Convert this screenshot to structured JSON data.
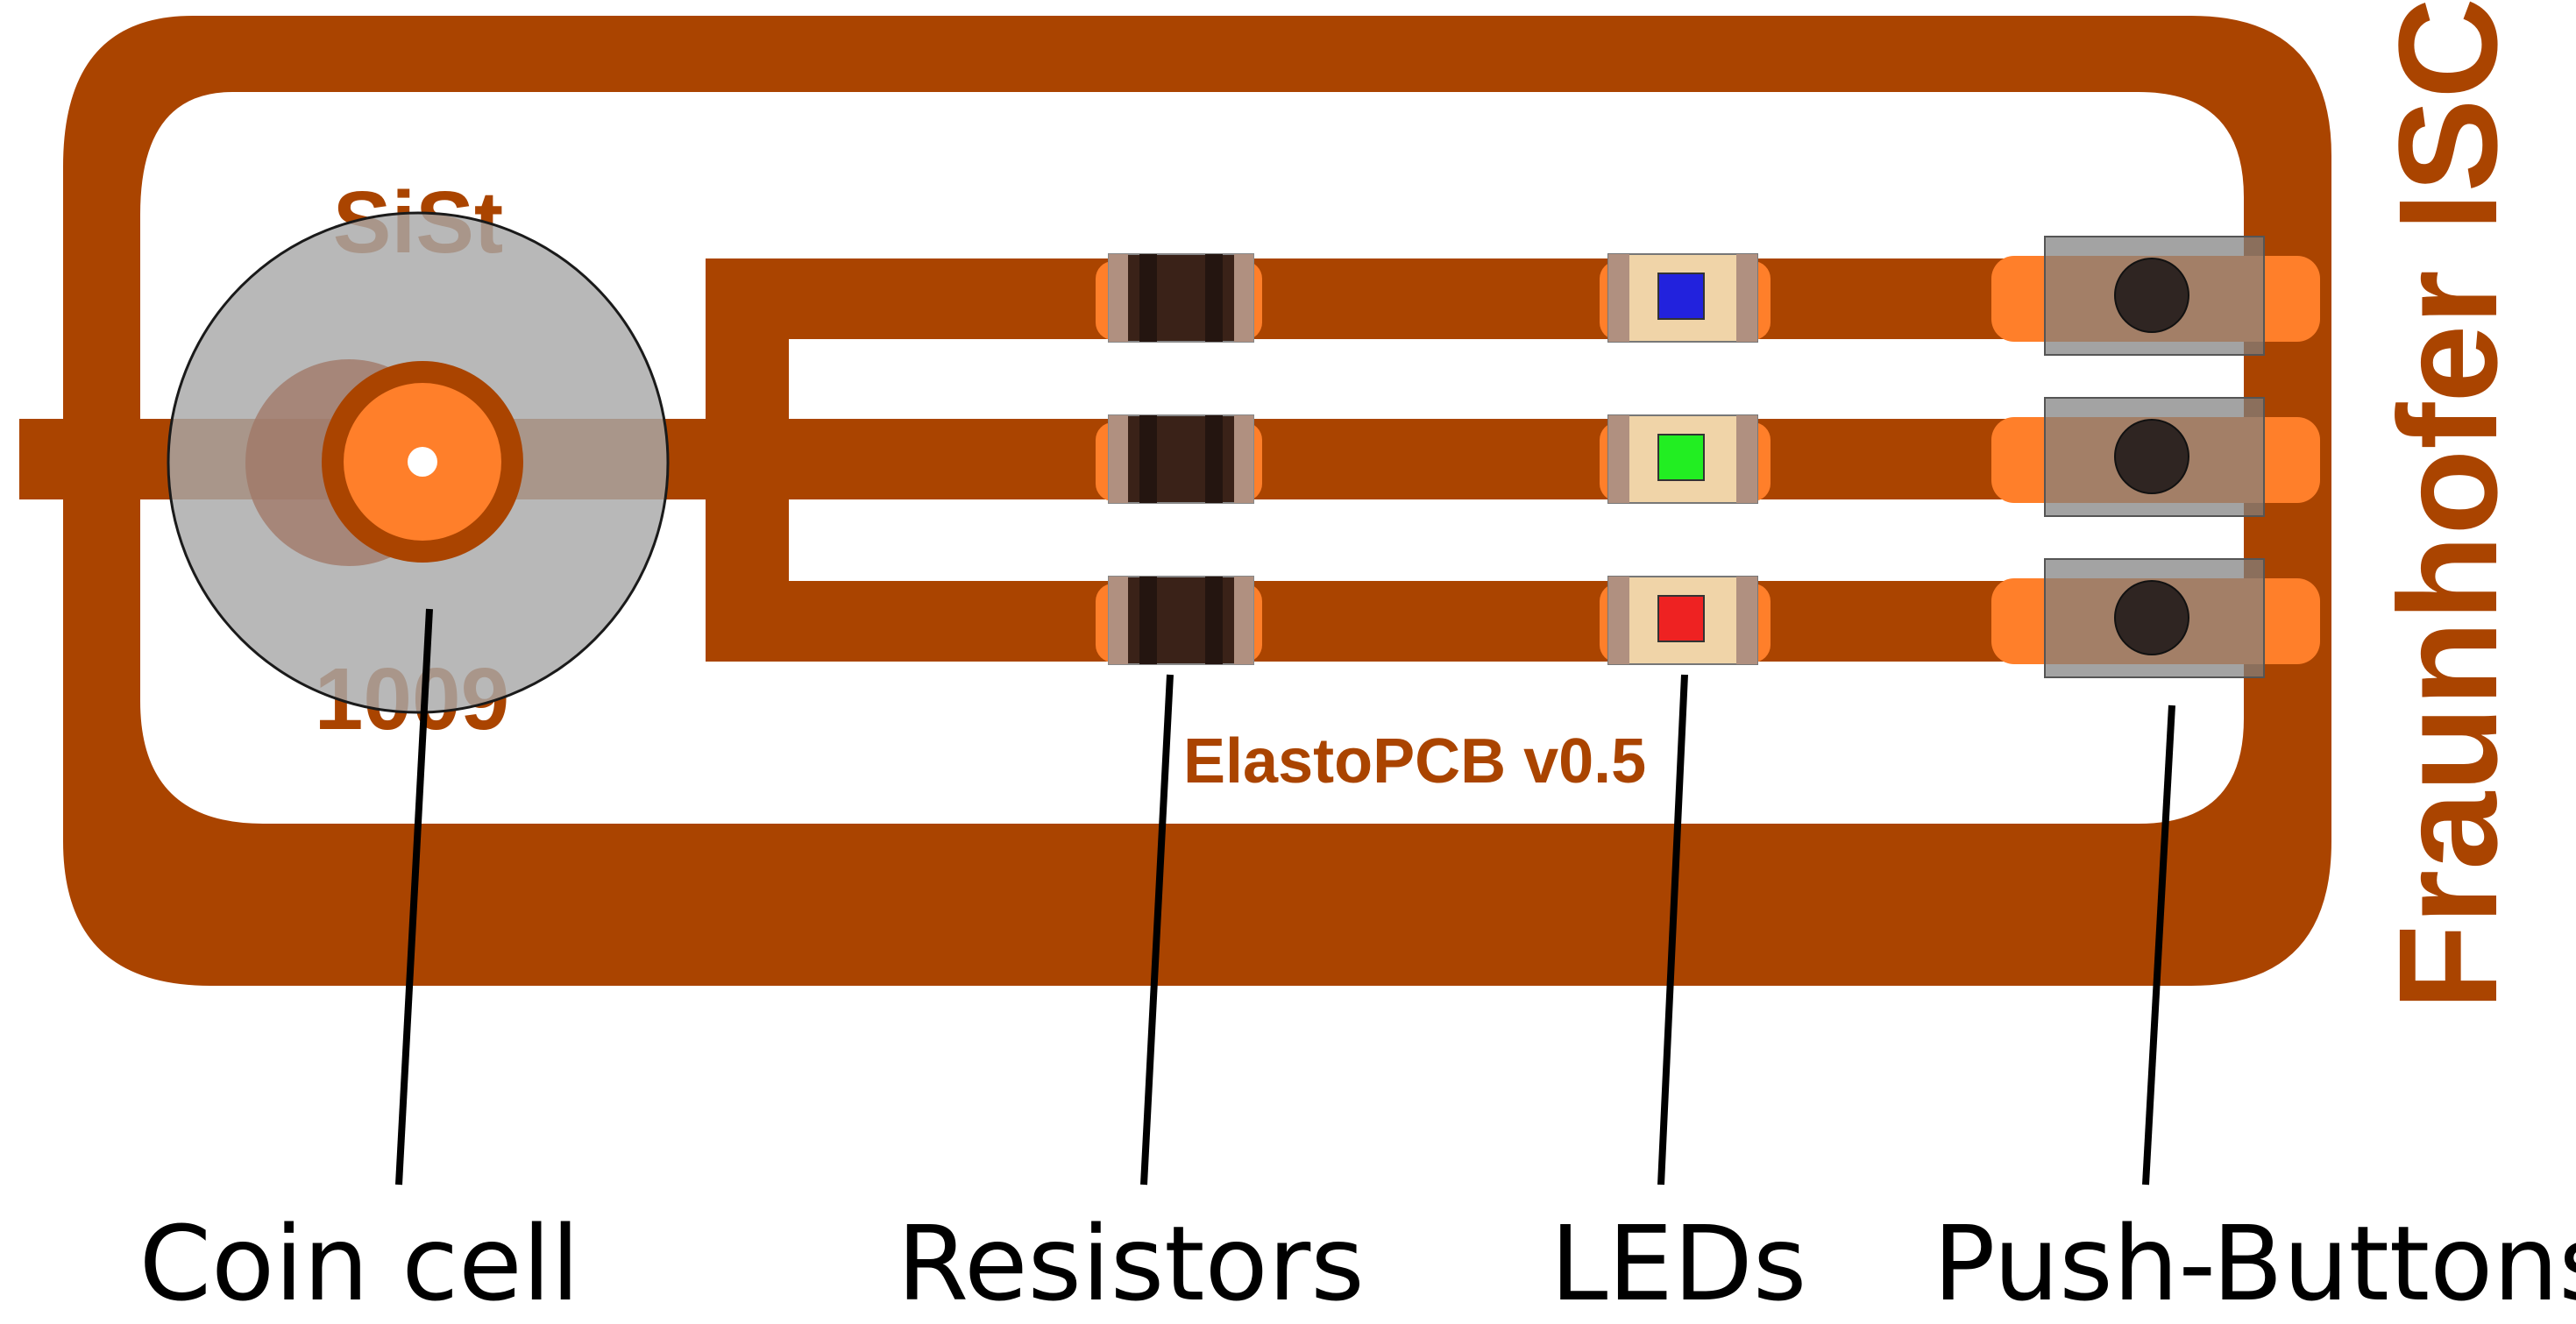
{
  "board": {
    "name": "ElastoPCB v0.5",
    "org": "Fraunhofer ISC",
    "silk_top": "SiSt",
    "silk_bottom": "1009"
  },
  "callouts": {
    "coin_cell": "Coin cell",
    "resistors": "Resistors",
    "leds": "LEDs",
    "push_buttons": "Push-Buttons"
  },
  "colors": {
    "trace": "#aa4400",
    "pad": "#ff7f2a",
    "led_blue": "#2222dd",
    "led_green": "#22ee22",
    "led_red": "#ee2222"
  }
}
